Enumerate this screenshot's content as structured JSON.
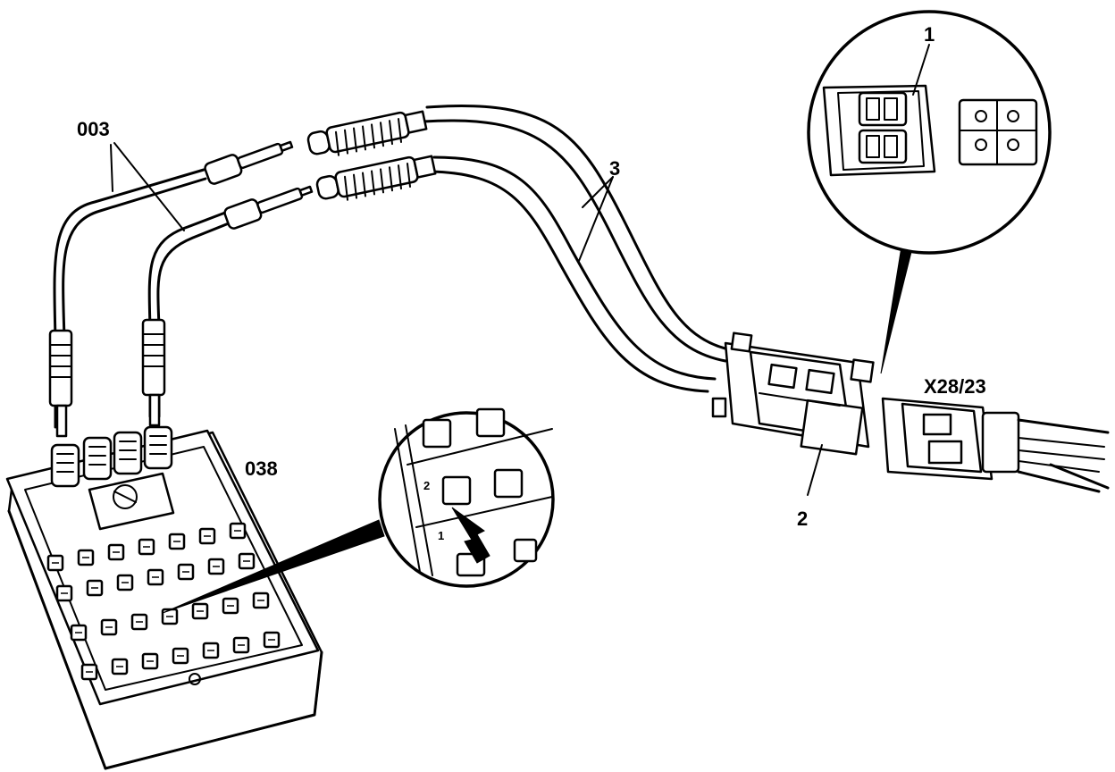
{
  "labels": {
    "part_003": "003",
    "part_038": "038",
    "part_3": "3",
    "part_2": "2",
    "part_1": "1",
    "connector": "X28/23",
    "pin_2": "2",
    "pin_1": "1"
  },
  "colors": {
    "line": "#000000",
    "background": "#ffffff"
  }
}
